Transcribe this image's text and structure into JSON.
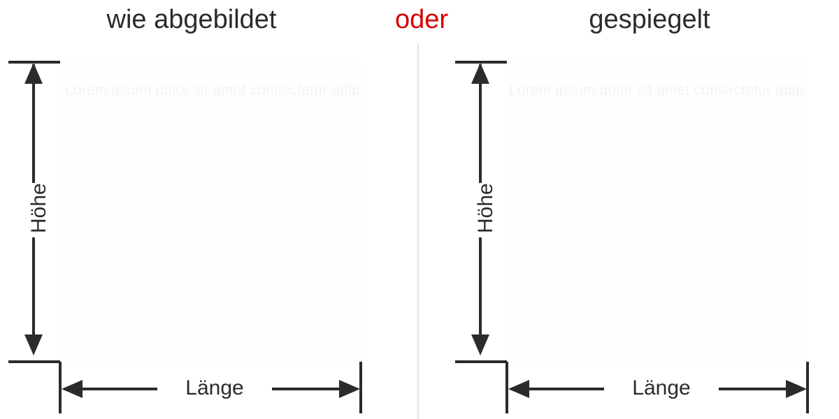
{
  "figure": {
    "headings": {
      "left": "wie abgebildet",
      "conjunction": "oder",
      "right": "gespiegelt"
    },
    "accent_color": "#d40000",
    "line_color": "#2b2b2b",
    "divider_color": "#e4e4e4"
  },
  "panels": [
    {
      "id": "wie-abgebildet",
      "heading": "wie abgebildet",
      "mirrored": false,
      "artwork": {
        "ghost_text": "Lorem ipsum dolor sit amet consectetur adipiscing",
        "ghost_text_color": "#f3f3f4"
      },
      "dimensions": {
        "height": {
          "label": "Höhe",
          "orientation": "vertical",
          "arrows": "both"
        },
        "length": {
          "label": "Länge",
          "orientation": "horizontal",
          "arrows": "both"
        }
      }
    },
    {
      "id": "gespiegelt",
      "heading": "gespiegelt",
      "mirrored": true,
      "artwork": {
        "ghost_text": "Lorem ipsum dolor sit amet consectetur adipiscing",
        "ghost_text_color": "#f3f3f4"
      },
      "dimensions": {
        "height": {
          "label": "Höhe",
          "orientation": "vertical",
          "arrows": "both"
        },
        "length": {
          "label": "Länge",
          "orientation": "horizontal",
          "arrows": "both"
        }
      }
    }
  ]
}
